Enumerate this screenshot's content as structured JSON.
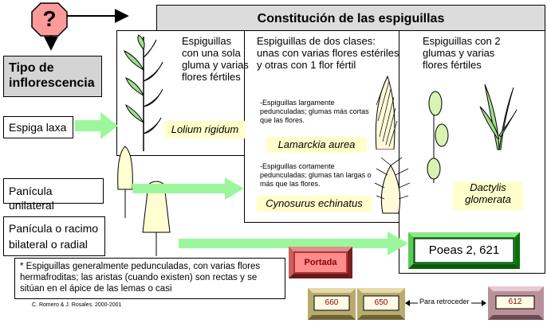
{
  "header": {
    "title": "Constitución de las espiguillas"
  },
  "question": {
    "symbol": "?"
  },
  "left": {
    "title": "Tipo de inflorescencia",
    "types": [
      "Espiga laxa",
      "Panícula unilateral",
      "Panícula o racimo bilateral o radial"
    ]
  },
  "panel1": {
    "text": "Espiguillas con una sola gluma y varias flores fértiles",
    "species": "Lolium rigidum"
  },
  "panel2": {
    "text": "Espiguillas de dos clases: unas con varias flores estériles y otras con 1 flor fértil",
    "sub1": "-Espiguillas largamente pedunculadas; glumas más cortas que las flores.",
    "species1": "Lamarckia aurea",
    "sub2": "-Espiguillas cortamente pedunculadas; glumas tan largas o más que las flores.",
    "species2": "Cynosurus echinatus"
  },
  "panel3": {
    "text": "Espiguillas con 2 glumas y varias flores fértiles",
    "species": "Dactylis glomerata"
  },
  "result": {
    "label": "Poeas 2, 621"
  },
  "note": "* Espiguillas generalmente pedunculadas, con varias flores hermafroditas; las aristas (cuando existen) son rectas y se sitúan en el ápice de las lemas o casi",
  "buttons": {
    "portada": "Portada",
    "nav": [
      "660",
      "650"
    ],
    "retroceder_label": "Para retroceder",
    "back": "612"
  },
  "credits": "C. Romero & J. Rosales. 2000-2001",
  "colors": {
    "question": "#ff9a9a",
    "arrow": "#9cf79c",
    "species_bg": "#ffffcc",
    "result_bevel": "#12a012",
    "portada_bevel": "#b03434",
    "nav_bevel": "#b8ab6e",
    "back_bevel": "#b9909a"
  }
}
